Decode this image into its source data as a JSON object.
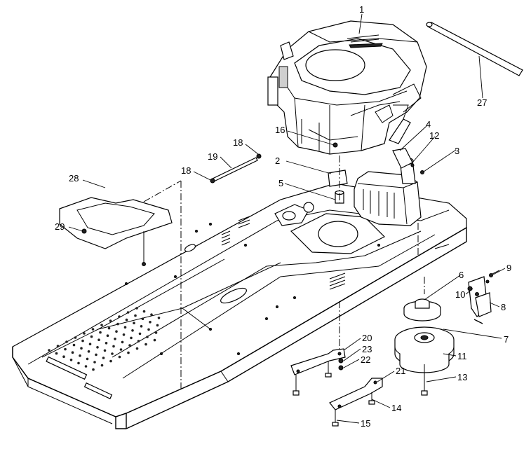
{
  "callouts": [
    {
      "id": "c1",
      "text": "1"
    },
    {
      "id": "c2",
      "text": "2"
    },
    {
      "id": "c3",
      "text": "3"
    },
    {
      "id": "c4",
      "text": "4"
    },
    {
      "id": "c5",
      "text": "5"
    },
    {
      "id": "c6",
      "text": "6"
    },
    {
      "id": "c7",
      "text": "7"
    },
    {
      "id": "c8",
      "text": "8"
    },
    {
      "id": "c9",
      "text": "9"
    },
    {
      "id": "c10",
      "text": "10"
    },
    {
      "id": "c11",
      "text": "11"
    },
    {
      "id": "c12",
      "text": "12"
    },
    {
      "id": "c13",
      "text": "13"
    },
    {
      "id": "c14",
      "text": "14"
    },
    {
      "id": "c15",
      "text": "15"
    },
    {
      "id": "c16",
      "text": "16"
    },
    {
      "id": "c18a",
      "text": "18"
    },
    {
      "id": "c18b",
      "text": "18"
    },
    {
      "id": "c19",
      "text": "19"
    },
    {
      "id": "c20",
      "text": "20"
    },
    {
      "id": "c21",
      "text": "21"
    },
    {
      "id": "c22",
      "text": "22"
    },
    {
      "id": "c23",
      "text": "23"
    },
    {
      "id": "c27",
      "text": "27"
    },
    {
      "id": "c28",
      "text": "28"
    },
    {
      "id": "c29",
      "text": "29"
    }
  ]
}
